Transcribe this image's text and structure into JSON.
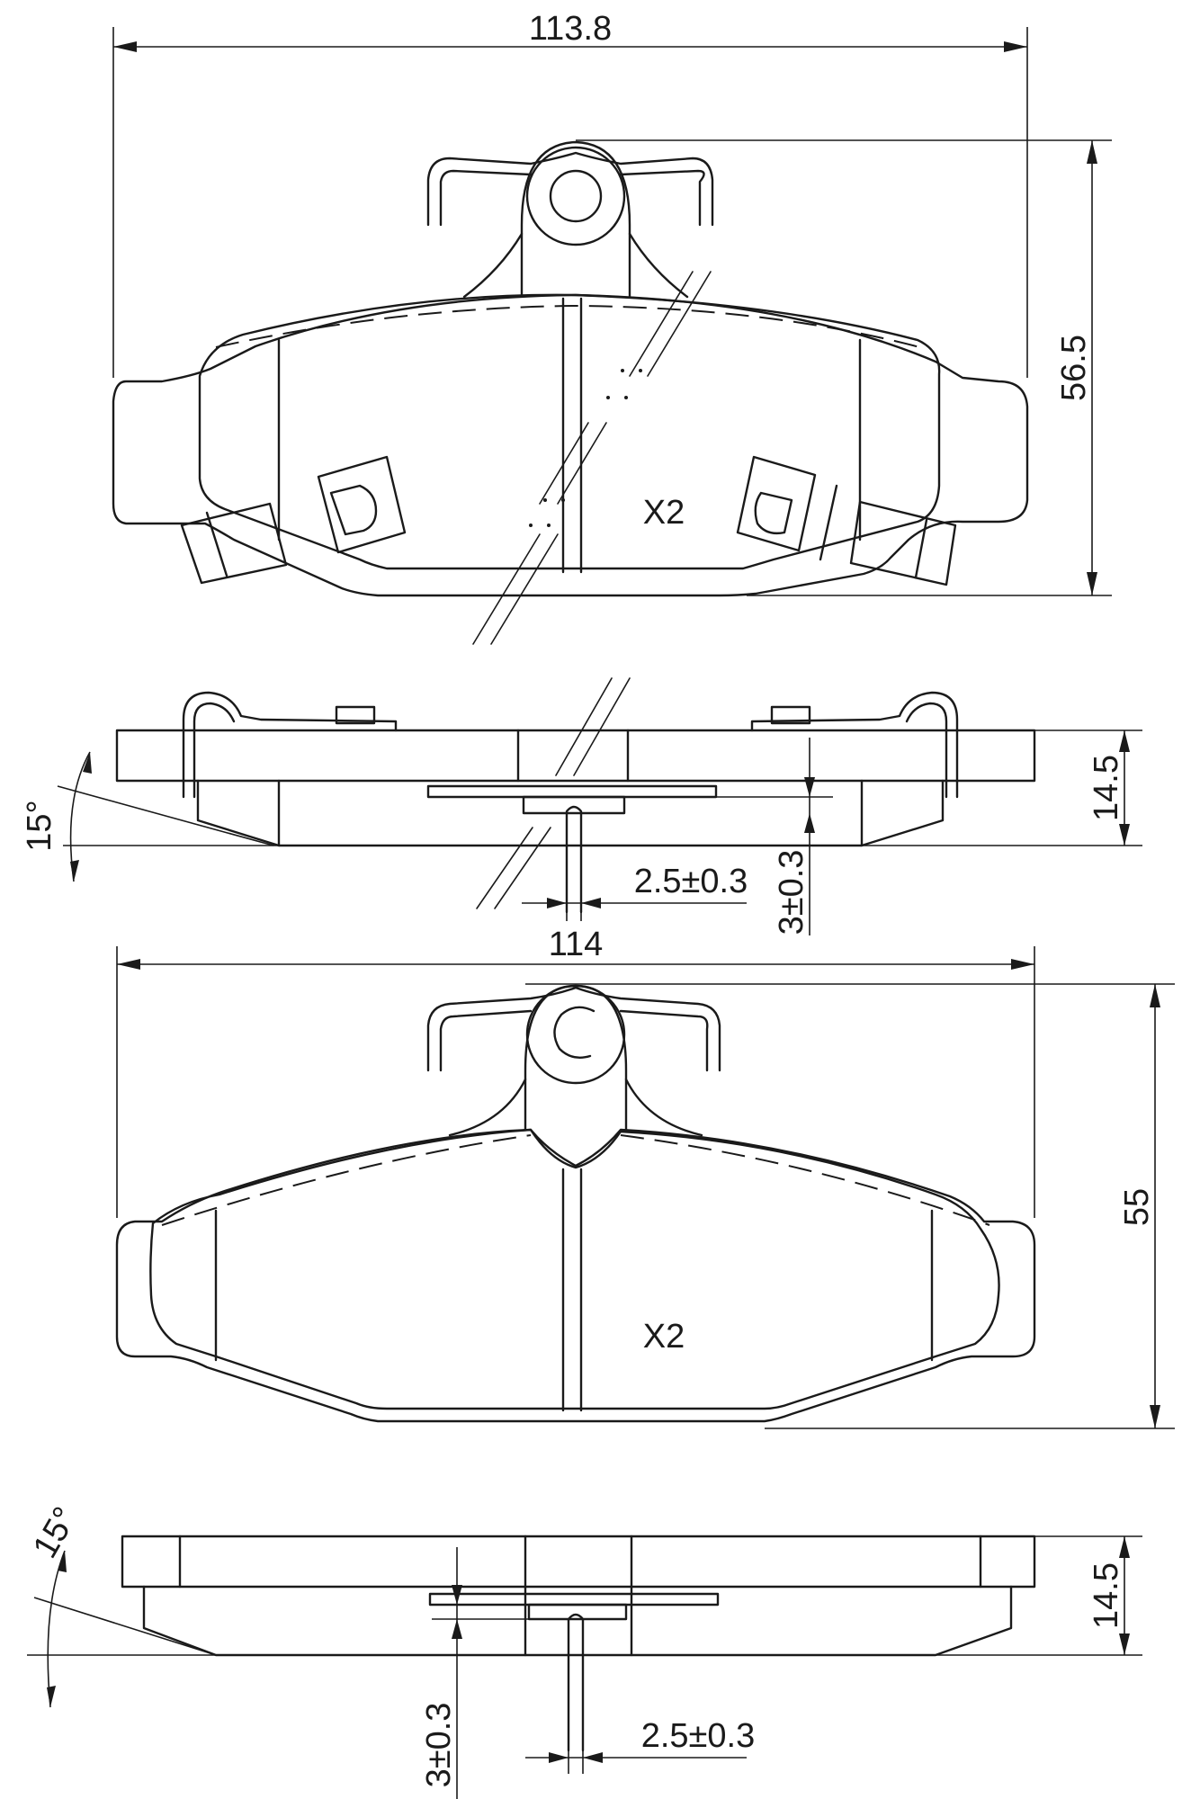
{
  "dimensions": {
    "top_view_1_width": "113.8",
    "top_view_1_height": "56.5",
    "side_view_1_thickness": "14.5",
    "side_view_1_angle": "15°",
    "side_view_1_tab_width": "2.5±0.3",
    "side_view_1_tab_height": "3±0.3",
    "top_view_2_width": "114",
    "top_view_2_height": "55",
    "side_view_2_thickness": "14.5",
    "side_view_2_angle": "15°",
    "side_view_2_tab_width": "2.5±0.3",
    "side_view_2_tab_height": "3±0.3"
  },
  "labels": {
    "pad_1_quantity": "X2",
    "pad_2_quantity": "X2"
  }
}
